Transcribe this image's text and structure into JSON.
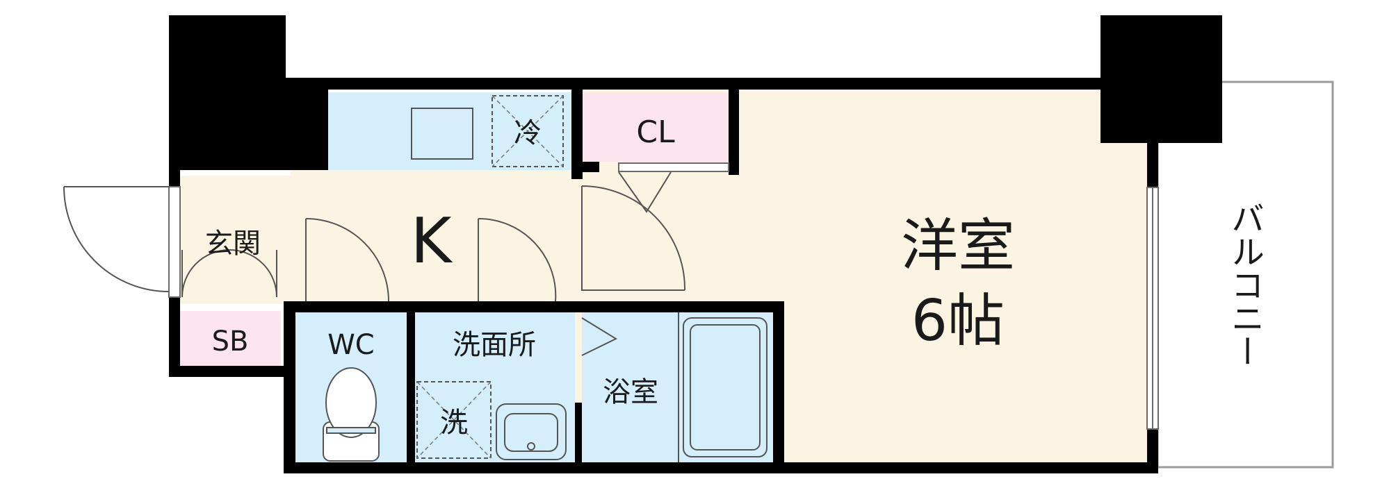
{
  "rooms": {
    "entrance": "玄関",
    "kitchen": "K",
    "fridge": "冷",
    "closet": "CL",
    "western_room_line1": "洋室",
    "western_room_line2": "6帖",
    "balcony": "バルコニー",
    "shoe_box": "SB",
    "toilet": "WC",
    "washroom": "洗面所",
    "washer": "洗",
    "bathroom": "浴室"
  },
  "colors": {
    "wall": "#000000",
    "living_floor": "#fcf4e2",
    "wet_area": "#d5eefb",
    "storage": "#fbe4ee",
    "balcony": "#ffffff"
  }
}
